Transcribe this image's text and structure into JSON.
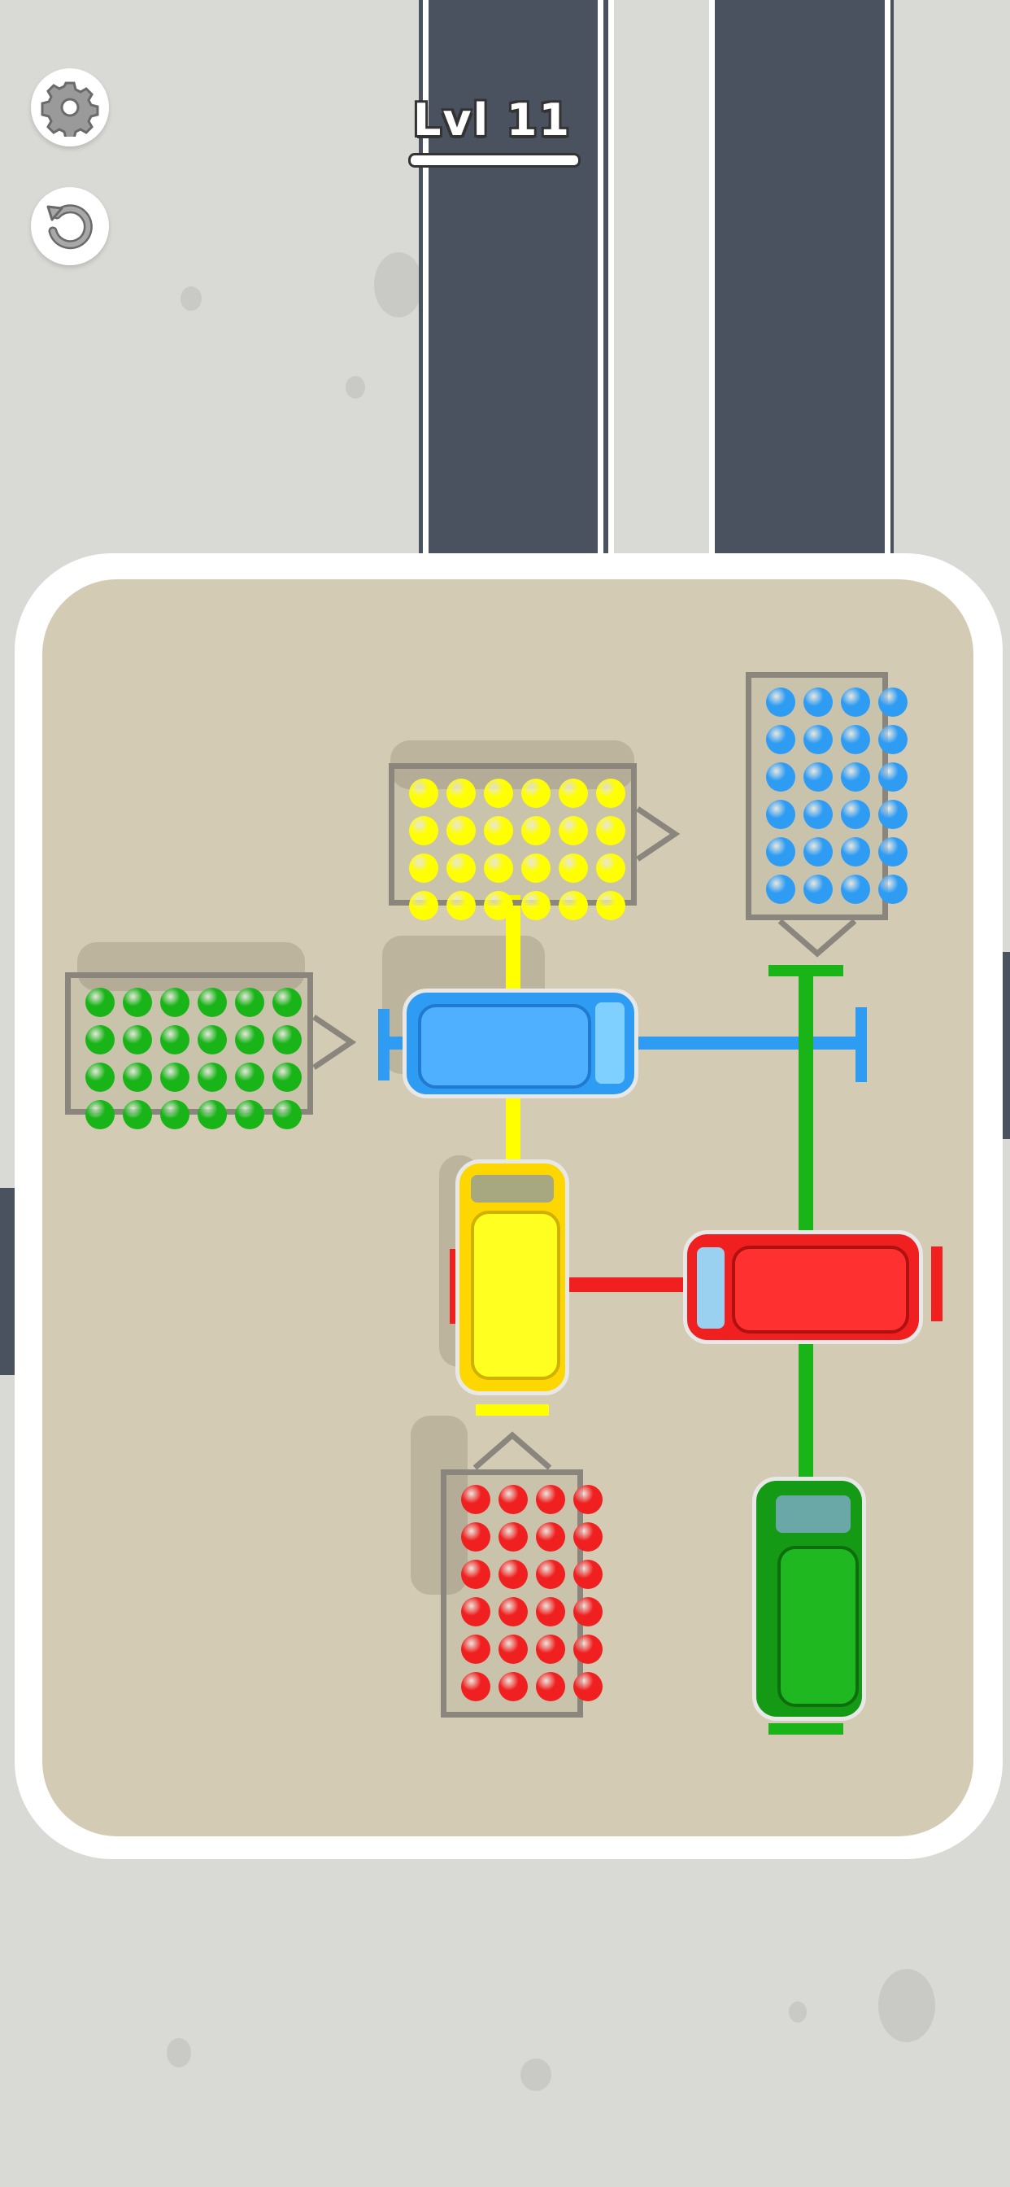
{
  "hud": {
    "level_label": "Lvl 11",
    "settings_icon": "gear-icon",
    "restart_icon": "restart-icon"
  },
  "colors": {
    "background": "#d9d9d6",
    "road": "#4a5260",
    "board": "#d3cbb3",
    "yellow": "#ffff00",
    "blue": "#2f9cf4",
    "green": "#18b418",
    "red": "#f02020"
  },
  "stations": [
    {
      "color": "yellow",
      "rows": 4,
      "cols": 6
    },
    {
      "color": "blue",
      "rows": 6,
      "cols": 4
    },
    {
      "color": "green",
      "rows": 4,
      "cols": 6
    },
    {
      "color": "red",
      "rows": 6,
      "cols": 4
    }
  ],
  "cars": [
    {
      "color": "blue",
      "orientation": "horizontal"
    },
    {
      "color": "yellow",
      "orientation": "vertical"
    },
    {
      "color": "red",
      "orientation": "horizontal"
    },
    {
      "color": "green",
      "orientation": "vertical"
    }
  ]
}
